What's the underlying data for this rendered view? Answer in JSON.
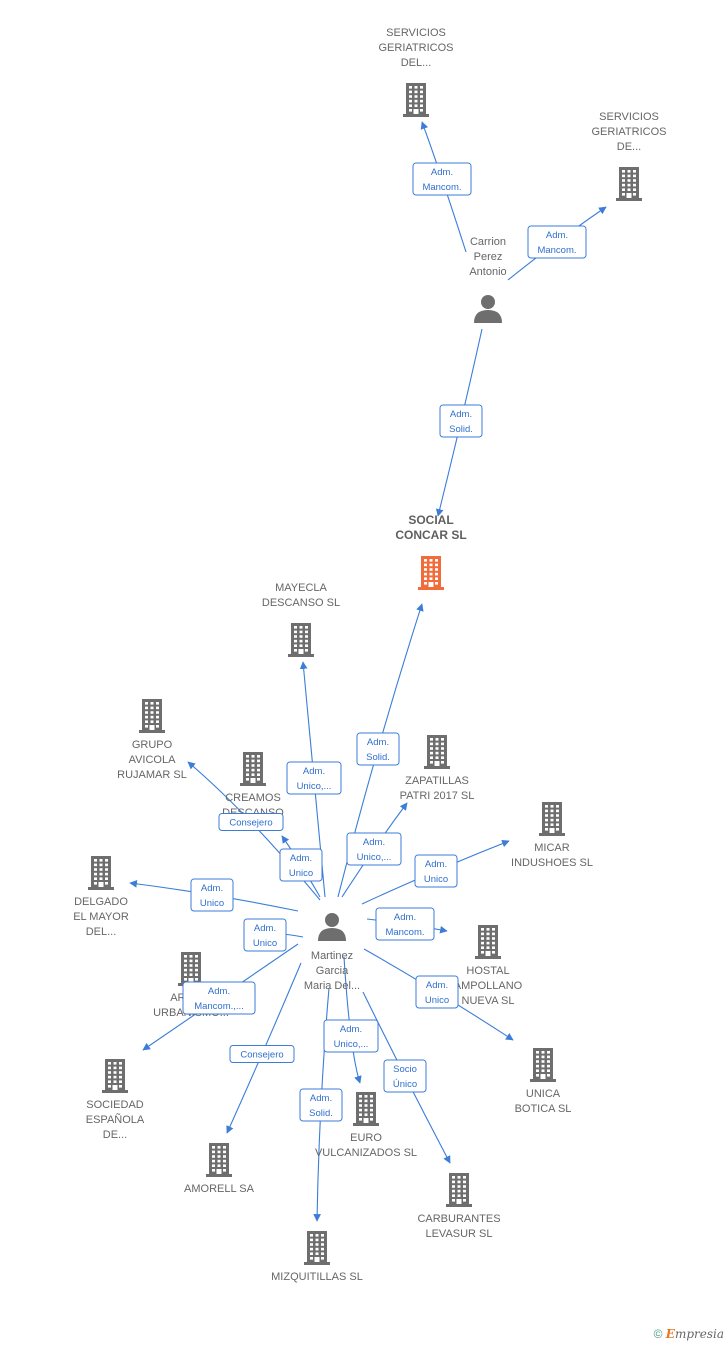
{
  "colors": {
    "edge": "#3b7dd8",
    "building": "#6e6e6e",
    "main_building": "#f26b3a",
    "person": "#6e6e6e"
  },
  "footer": {
    "copyright": "©",
    "brand_initial": "E",
    "brand_rest": "mpresia"
  },
  "nodes": [
    {
      "id": "sg1",
      "type": "company",
      "lines": [
        "SERVICIOS",
        "GERIATRICOS",
        "DEL..."
      ],
      "label_pos": "above"
    },
    {
      "id": "sg2",
      "type": "company",
      "lines": [
        "SERVICIOS",
        "GERIATRICOS",
        "DE..."
      ],
      "label_pos": "above"
    },
    {
      "id": "carrion",
      "type": "person",
      "lines": [
        "Carrion",
        "Perez",
        "Antonio"
      ],
      "label_pos": "above"
    },
    {
      "id": "social",
      "type": "company_main",
      "lines": [
        "SOCIAL",
        "CONCAR SL"
      ],
      "label_pos": "above"
    },
    {
      "id": "mayecla",
      "type": "company",
      "lines": [
        "MAYECLA",
        "DESCANSO SL"
      ],
      "label_pos": "above"
    },
    {
      "id": "grupo",
      "type": "company",
      "lines": [
        "GRUPO",
        "AVICOLA",
        "RUJAMAR SL"
      ],
      "label_pos": "below"
    },
    {
      "id": "creamos",
      "type": "company",
      "lines": [
        "CREAMOS",
        "DESCANSO",
        "C...          L"
      ],
      "label_pos": "below"
    },
    {
      "id": "zapatillas",
      "type": "company",
      "lines": [
        "ZAPATILLAS",
        "PATRI 2017 SL"
      ],
      "label_pos": "below"
    },
    {
      "id": "micar",
      "type": "company",
      "lines": [
        "MICAR",
        "INDUSHOES SL"
      ],
      "label_pos": "below"
    },
    {
      "id": "delgado",
      "type": "company",
      "lines": [
        "DELGADO",
        "EL MAYOR",
        "DEL..."
      ],
      "label_pos": "below"
    },
    {
      "id": "martinez",
      "type": "person",
      "lines": [
        "Martinez",
        "Garcia",
        "Maria Del..."
      ],
      "label_pos": "below"
    },
    {
      "id": "hostal",
      "type": "company",
      "lines": [
        "HOSTAL",
        "AMPOLLANO",
        "NUEVA SL"
      ],
      "label_pos": "below"
    },
    {
      "id": "arquit",
      "type": "company",
      "lines": [
        "ARQUIT",
        "URBANISMO..."
      ],
      "label_pos": "below"
    },
    {
      "id": "unica",
      "type": "company",
      "lines": [
        "UNICA",
        "BOTICA SL"
      ],
      "label_pos": "below"
    },
    {
      "id": "sociedad",
      "type": "company",
      "lines": [
        "SOCIEDAD",
        "ESPAÑOLA",
        "DE..."
      ],
      "label_pos": "below"
    },
    {
      "id": "euro",
      "type": "company",
      "lines": [
        "EURO",
        "VULCANIZADOS SL"
      ],
      "label_pos": "below"
    },
    {
      "id": "amorell",
      "type": "company",
      "lines": [
        "AMORELL SA"
      ],
      "label_pos": "below"
    },
    {
      "id": "carburantes",
      "type": "company",
      "lines": [
        "CARBURANTES",
        "LEVASUR SL"
      ],
      "label_pos": "below"
    },
    {
      "id": "mizquitillas",
      "type": "company",
      "lines": [
        "MIZQUITILLAS SL"
      ],
      "label_pos": "below"
    }
  ],
  "edges": [
    {
      "from": "carrion",
      "to": "sg1",
      "label": [
        "Adm.",
        "Mancom."
      ]
    },
    {
      "from": "carrion",
      "to": "sg2",
      "label": [
        "Adm.",
        "Mancom."
      ]
    },
    {
      "from": "carrion",
      "to": "social",
      "label": [
        "Adm.",
        "Solid."
      ]
    },
    {
      "from": "martinez",
      "to": "social",
      "label": [
        "Adm.",
        "Solid."
      ]
    },
    {
      "from": "martinez",
      "to": "mayecla",
      "label": [
        "Adm.",
        "Unico,..."
      ]
    },
    {
      "from": "martinez",
      "to": "grupo",
      "label": [
        "Consejero"
      ]
    },
    {
      "from": "martinez",
      "to": "creamos",
      "label": [
        "Adm.",
        "Unico"
      ]
    },
    {
      "from": "martinez",
      "to": "zapatillas",
      "label": [
        "Adm.",
        "Unico,..."
      ]
    },
    {
      "from": "martinez",
      "to": "micar",
      "label": [
        "Adm.",
        "Unico"
      ]
    },
    {
      "from": "martinez",
      "to": "delgado",
      "label": [
        "Adm.",
        "Unico"
      ]
    },
    {
      "from": "martinez",
      "to": "arquit",
      "label": [
        "Adm.",
        "Unico"
      ]
    },
    {
      "from": "martinez",
      "to": "hostal",
      "label": [
        "Adm.",
        "Mancom."
      ]
    },
    {
      "from": "martinez",
      "to": "unica",
      "label": [
        "Adm.",
        "Unico"
      ]
    },
    {
      "from": "martinez",
      "to": "sociedad",
      "label": [
        "Adm.",
        "Mancom.,..."
      ]
    },
    {
      "from": "martinez",
      "to": "amorell",
      "label": [
        "Consejero"
      ]
    },
    {
      "from": "martinez",
      "to": "euro",
      "label": [
        "Adm.",
        "Unico,..."
      ]
    },
    {
      "from": "martinez",
      "to": "carburantes",
      "label": [
        "Socio",
        "Único"
      ]
    },
    {
      "from": "martinez",
      "to": "mizquitillas",
      "label": [
        "Adm.",
        "Solid."
      ]
    }
  ]
}
